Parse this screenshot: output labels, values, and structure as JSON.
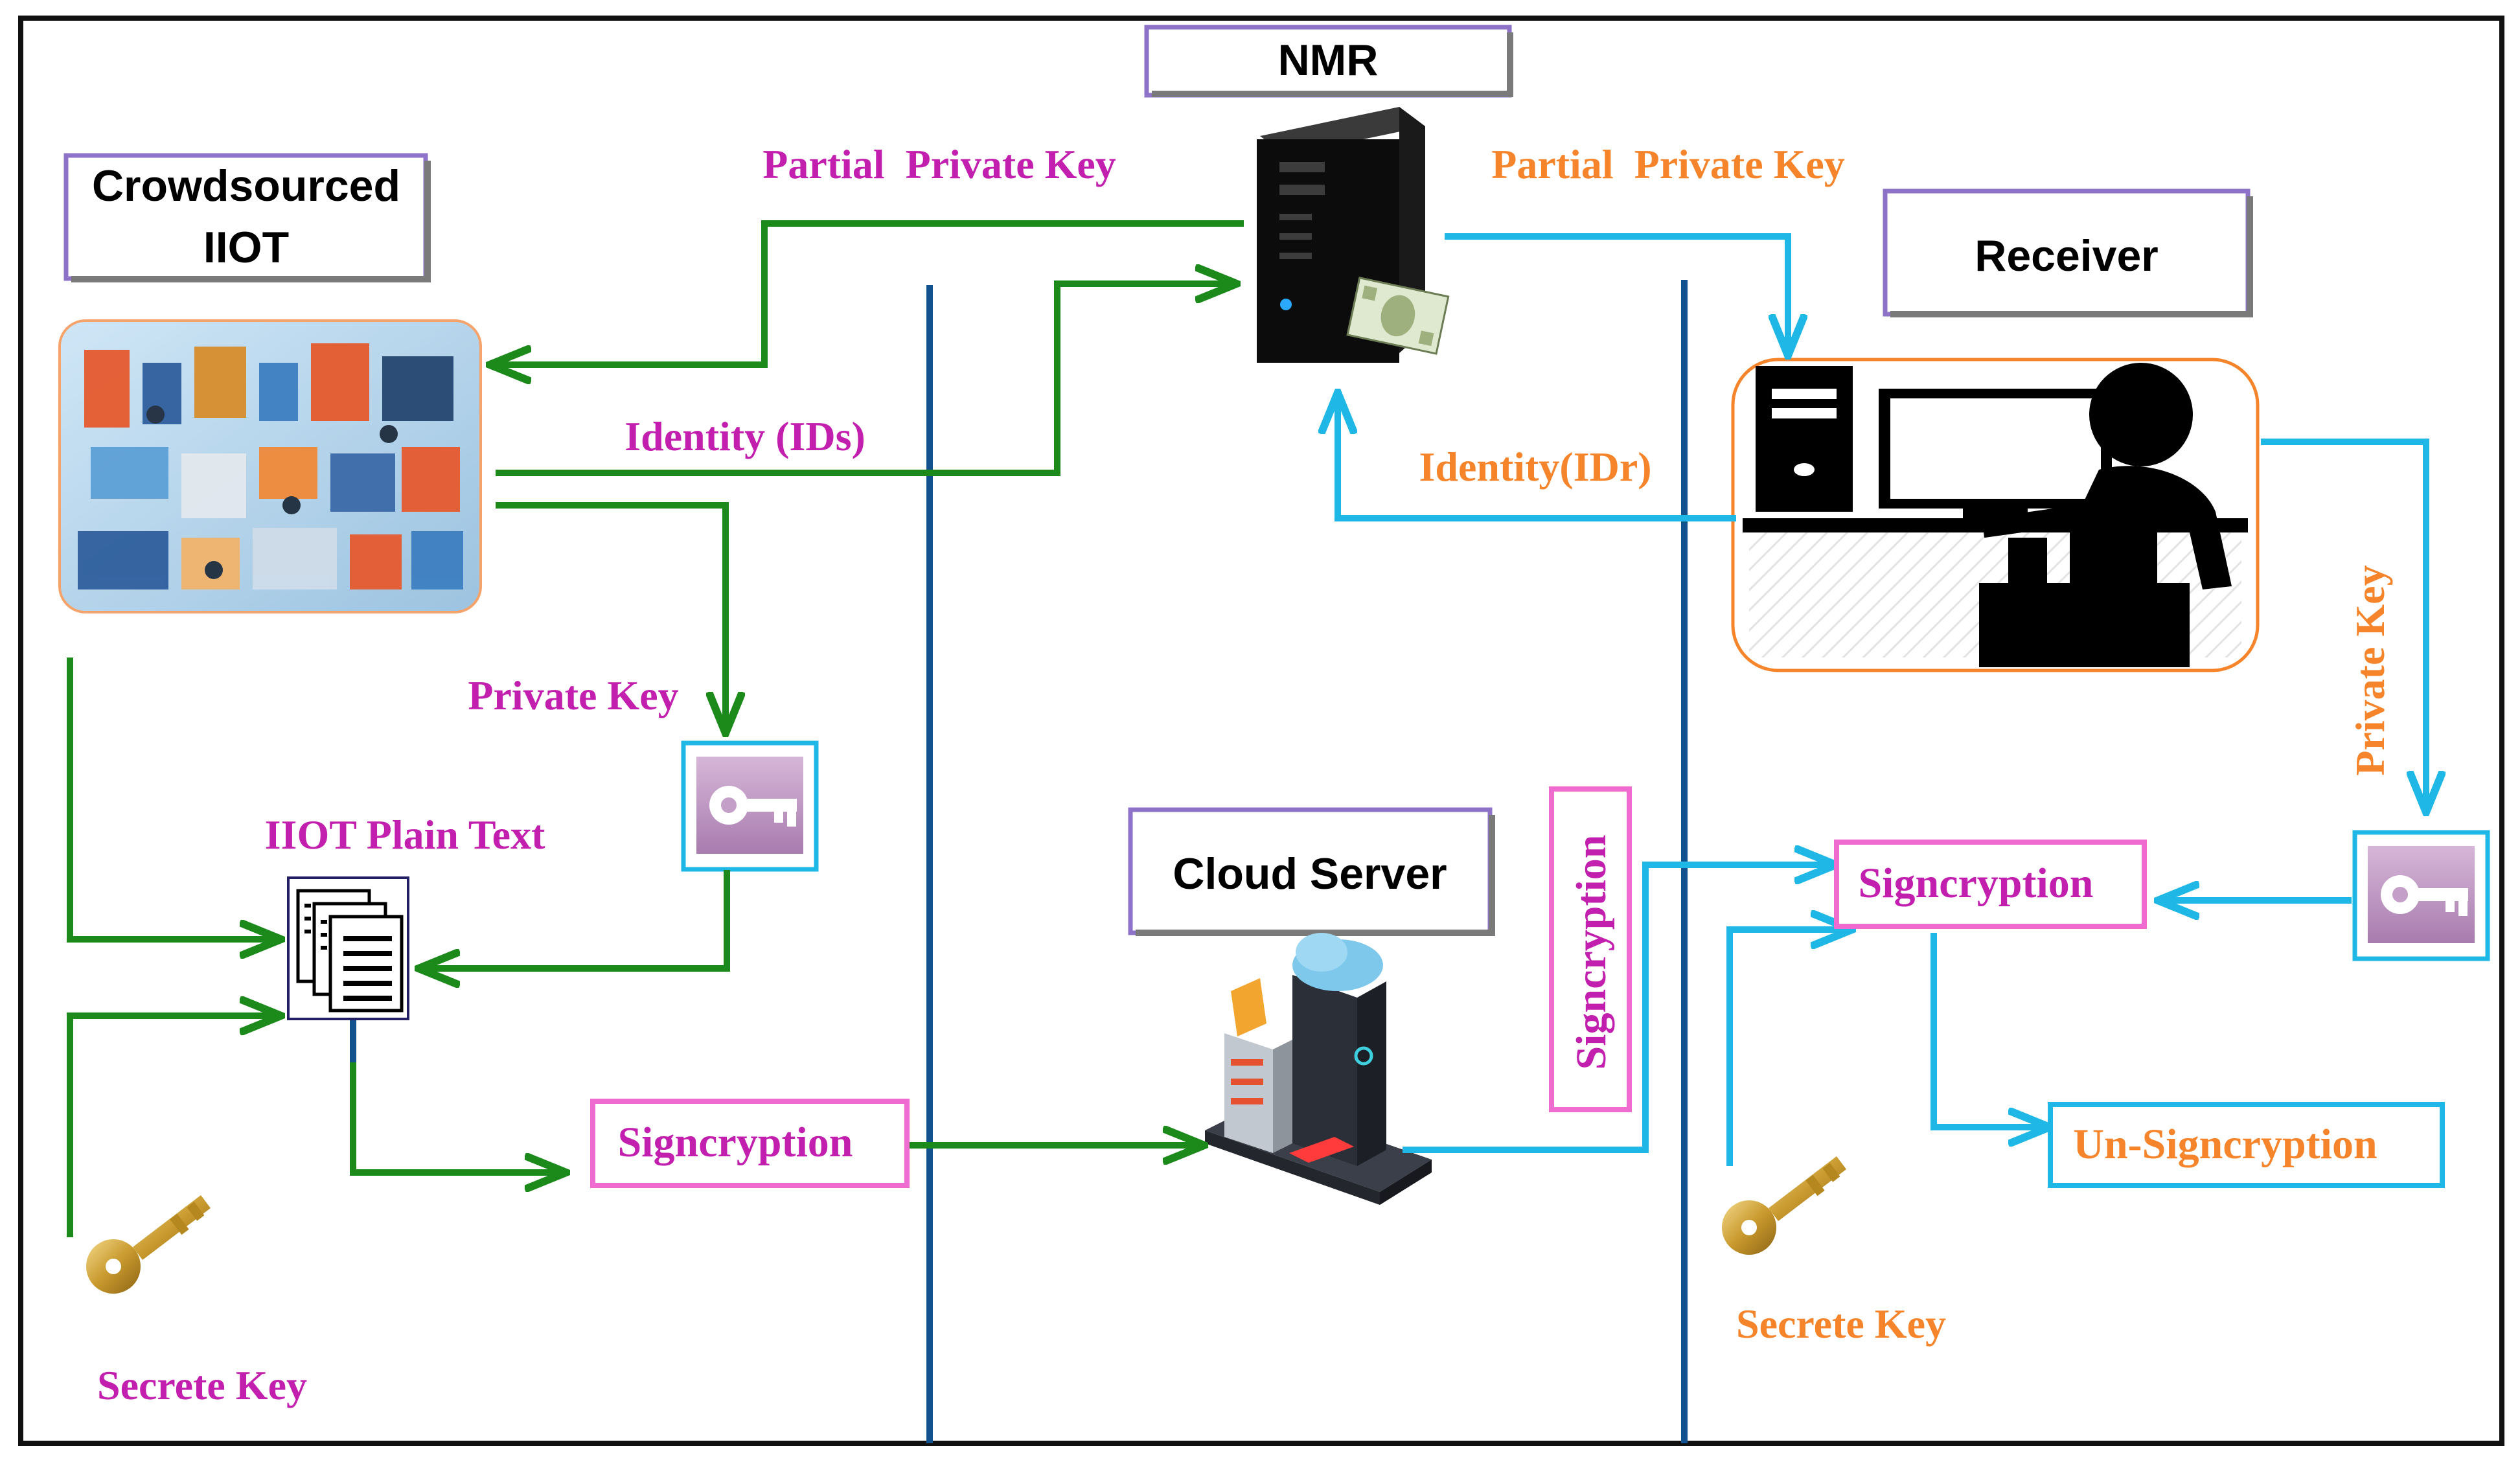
{
  "colors": {
    "green": "#1b8a1b",
    "cyan": "#1fb8e6",
    "magenta": "#c21fae",
    "orange": "#f5842a",
    "pinkbox": "#f06bd0",
    "purplebox": "#8e72c8",
    "divider": "#11528f"
  },
  "entities": {
    "nmr": "NMR",
    "iiot_line1": "Crowdsourced",
    "iiot_line2": "IIOT",
    "receiver": "Receiver",
    "cloud": "Cloud Server"
  },
  "labels": {
    "ppk_left": "Partial  Private Key",
    "ppk_right": "Partial  Private Key",
    "identity_s": "Identity (IDs)",
    "identity_r": "Identity(IDr)",
    "private_key_left": "Private Key",
    "private_key_right": "Private Key",
    "plain_text": "IIOT Plain Text",
    "signcryption_left": "Signcryption",
    "signcryption_vertical": "Signcryption",
    "signcryption_right": "Signcryption",
    "unsigncryption": "Un-Signcryption",
    "secret_key_left": "Secrete Key",
    "secret_key_right": "Secrete Key"
  },
  "icons": [
    "server-tower-icon",
    "factory-illustration-icon",
    "receiver-workstation-icon",
    "cloud-server-icon",
    "key-card-icon",
    "documents-icon",
    "gold-key-icon"
  ]
}
